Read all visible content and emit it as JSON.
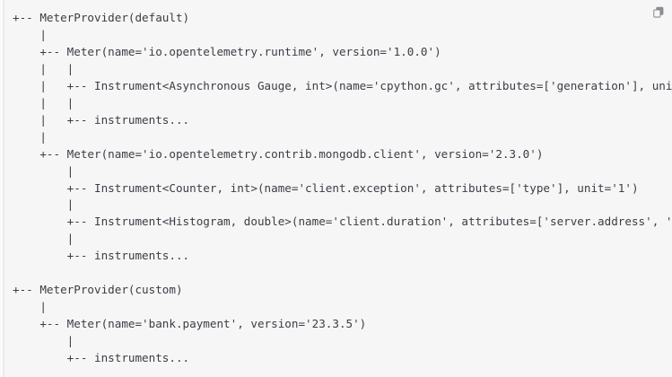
{
  "code_block": {
    "language": "text",
    "copy_button_label": "Copy",
    "copy_icon": "copy-icon",
    "background_color": "#f6f6f7",
    "text_color": "#3c3c44",
    "lines": [
      "+-- MeterProvider(default)",
      "    |",
      "    +-- Meter(name='io.opentelemetry.runtime', version='1.0.0')",
      "    |   |",
      "    |   +-- Instrument<Asynchronous Gauge, int>(name='cpython.gc', attributes=['generation'], unit='By')",
      "    |   |",
      "    |   +-- instruments...",
      "    |",
      "    +-- Meter(name='io.opentelemetry.contrib.mongodb.client', version='2.3.0')",
      "        |",
      "        +-- Instrument<Counter, int>(name='client.exception', attributes=['type'], unit='1')",
      "        |",
      "        +-- Instrument<Histogram, double>(name='client.duration', attributes=['server.address', 'server.port'], unit='ms')",
      "        |",
      "        +-- instruments...",
      "",
      "+-- MeterProvider(custom)",
      "    |",
      "    +-- Meter(name='bank.payment', version='23.3.5')",
      "        |",
      "        +-- instruments..."
    ]
  }
}
